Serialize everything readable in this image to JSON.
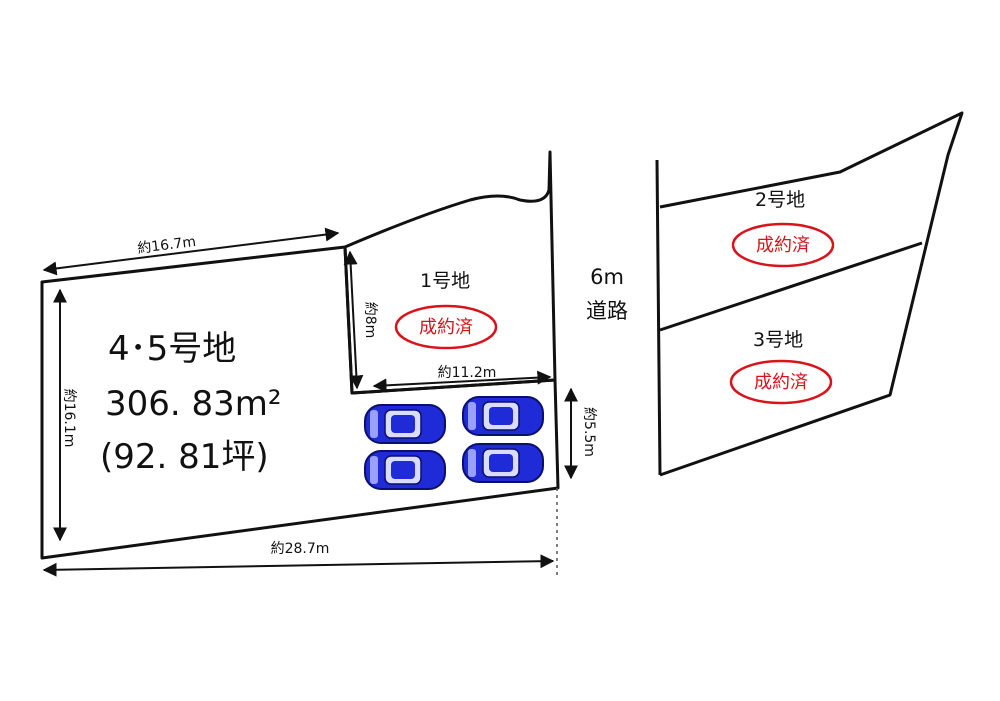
{
  "lot45": {
    "name": "4･5号地",
    "area_m2": "306. 83m²",
    "area_tsubo": "(92. 81坪)"
  },
  "lot1": {
    "name": "1号地",
    "status": "成約済"
  },
  "lot2": {
    "name": "2号地",
    "status": "成約済"
  },
  "lot3": {
    "name": "3号地",
    "status": "成約済"
  },
  "road": {
    "width": "6m",
    "label": "道路"
  },
  "dimensions": {
    "top_left": "約16.7m",
    "left_side": "約16.1m",
    "bottom": "約28.7m",
    "lot1_side": "約8m",
    "lot1_bottom": "約11.2m",
    "parking_depth": "約5.5m"
  },
  "parking": {
    "cars": 4
  },
  "colors": {
    "line": "#111111",
    "sold": "#d8131b",
    "car": "#1f2bd6"
  }
}
